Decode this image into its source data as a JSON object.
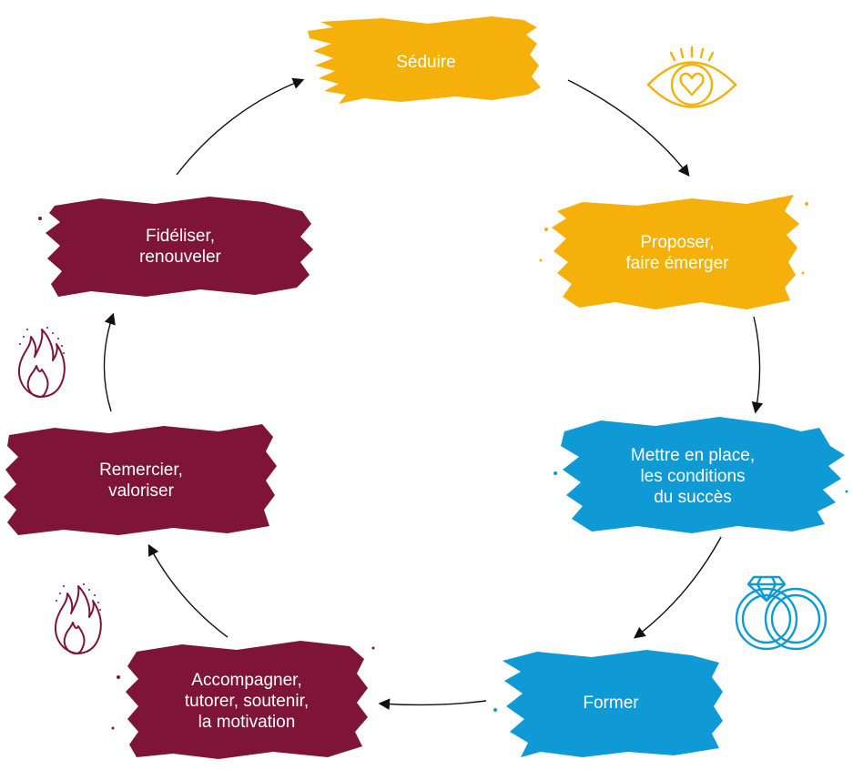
{
  "colors": {
    "yellow": "#F5B00A",
    "blue": "#0F9AD6",
    "maroon": "#7E1437",
    "arrow": "#111111"
  },
  "steps": [
    {
      "id": "seduire",
      "lines": [
        "Séduire"
      ],
      "color": "yellow",
      "icon": "eye-heart-icon"
    },
    {
      "id": "proposer",
      "lines": [
        "Proposer,",
        "faire émerger"
      ],
      "color": "yellow"
    },
    {
      "id": "mettre",
      "lines": [
        "Mettre en place,",
        "les conditions",
        "du succès"
      ],
      "color": "blue",
      "icon": "wedding-rings-icon"
    },
    {
      "id": "former",
      "lines": [
        "Former"
      ],
      "color": "blue"
    },
    {
      "id": "accompagner",
      "lines": [
        "Accompagner,",
        "tutorer, soutenir,",
        "la motivation"
      ],
      "color": "maroon",
      "icon": "flame-icon"
    },
    {
      "id": "remercier",
      "lines": [
        "Remercier,",
        "valoriser"
      ],
      "color": "maroon",
      "icon": "flame-icon"
    },
    {
      "id": "fideliser",
      "lines": [
        "Fidéliser,",
        "renouveler"
      ],
      "color": "maroon"
    }
  ]
}
